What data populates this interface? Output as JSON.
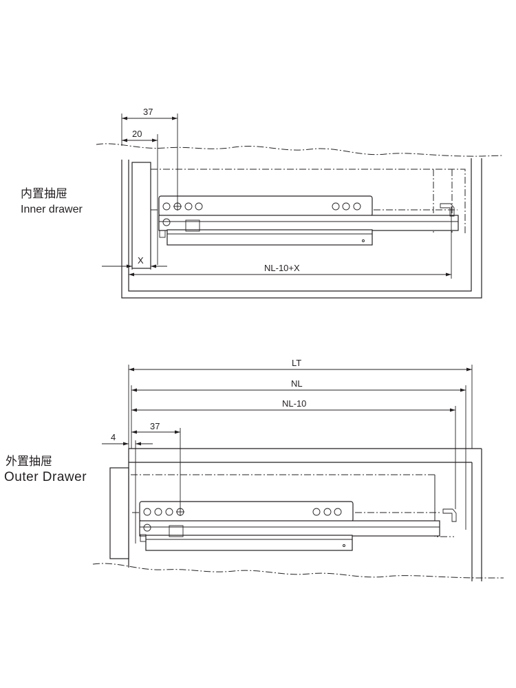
{
  "inner": {
    "label_cn": "内置抽屉",
    "label_en": "Inner drawer",
    "dim_37": "37",
    "dim_20": "20",
    "dim_x": "X",
    "dim_nl10x": "NL-10+X"
  },
  "outer": {
    "label_cn": "外置抽屉",
    "label_en": "Outer Drawer",
    "dim_lt": "LT",
    "dim_nl": "NL",
    "dim_nl10": "NL-10",
    "dim_37": "37",
    "dim_4": "4"
  }
}
